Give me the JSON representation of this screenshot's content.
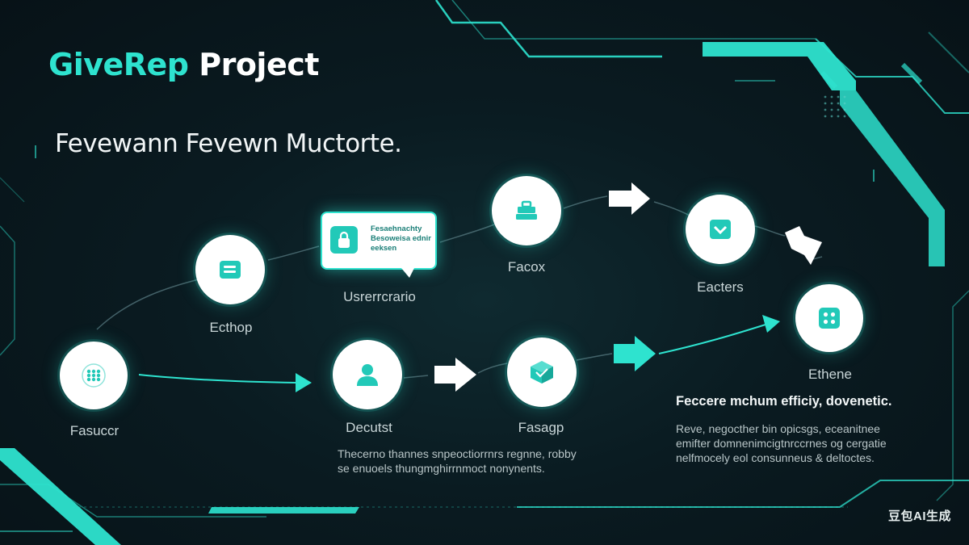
{
  "title": {
    "accent": "GiveRep",
    "rest": " Project"
  },
  "subtitle": "Fevewann Fevewn Muctorte.",
  "callout": {
    "icon": "lock-icon",
    "lines": [
      "Fesaehnachty",
      "Besoweisa ednir",
      "eeksen"
    ]
  },
  "nodes": [
    {
      "id": "fasuccr",
      "label": "Fasuccr",
      "icon": "grid-dots-icon"
    },
    {
      "id": "ecthop",
      "label": "Ecthop",
      "icon": "card-icon"
    },
    {
      "id": "usrerrcrario",
      "label": "Usrerrcrario"
    },
    {
      "id": "facox",
      "label": "Facox",
      "icon": "toolbox-icon"
    },
    {
      "id": "eacters",
      "label": "Eacters",
      "icon": "chevron-check-icon"
    },
    {
      "id": "ethene",
      "label": "Ethene",
      "icon": "four-dots-icon"
    },
    {
      "id": "decutst",
      "label": "Decutst",
      "icon": "user-icon"
    },
    {
      "id": "fasagp",
      "label": "Fasagp",
      "icon": "box-icon"
    }
  ],
  "paragraph_left": [
    "Thecerno thannes snpeoctiorrnrs regnne, robby",
    "se enuoels thungmghirrnmoct nonynents."
  ],
  "bold_head": "Feccere mchum efficiy, dovenetic.",
  "paragraph_right": [
    "Reve, negocther bin opicsgs, eceanitnee",
    "emifter domnenimcigtnrccrnes og cergatie",
    "nelfmocely eol consunneus & deltoctes."
  ],
  "watermark": "豆包AI生成",
  "colors": {
    "accent": "#2ee3cf",
    "background": "#0a1b21",
    "node": "#ffffff"
  }
}
